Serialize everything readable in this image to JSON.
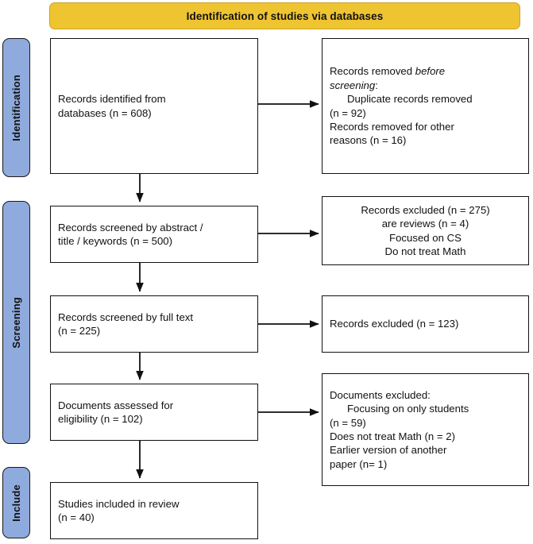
{
  "banner": {
    "title": "Identification of studies via databases"
  },
  "stages": [
    {
      "id": "identification",
      "label": "Identification"
    },
    {
      "id": "screening",
      "label": "Screening"
    },
    {
      "id": "include",
      "label": "Include"
    }
  ],
  "boxes": {
    "identified": {
      "line1": "Records identified from",
      "line2": "databases (n = 608)"
    },
    "removed_before_screening": {
      "line1_a": "Records removed ",
      "line1_b": "before",
      "line2_a": "screening",
      "line2_b": ":",
      "line3": "Duplicate records removed",
      "line4": "(n = 92)",
      "line5": "Records removed for other",
      "line6": "reasons (n = 16)"
    },
    "screened_abstract": {
      "line1": "Records screened by abstract /",
      "line2": "title / keywords (n = 500)"
    },
    "excluded_abstract": {
      "line1": "Records excluded (n = 275)",
      "line2": "are reviews (n = 4)",
      "line3": "Focused on CS",
      "line4": "Do not treat Math"
    },
    "screened_fulltext": {
      "line1": "Records screened by full text",
      "line2": "(n = 225)"
    },
    "excluded_fulltext": {
      "line1": "Records excluded (n = 123)"
    },
    "assessed_eligibility": {
      "line1": "Documents assessed for",
      "line2": "eligibility (n = 102)"
    },
    "documents_excluded": {
      "line1": "Documents excluded:",
      "line2": "Focusing on only students",
      "line3": "(n = 59)",
      "line4": "Does not treat Math (n = 2)",
      "line5": "Earlier version of another",
      "line6": "paper (n= 1)"
    },
    "included_review": {
      "line1": "Studies included in review",
      "line2": "(n = 40)"
    }
  },
  "colors": {
    "banner_fill": "#EFC431",
    "stage_fill": "#8FAADC",
    "box_border": "#111111",
    "arrow": "#111111",
    "background": "#FFFFFF"
  }
}
